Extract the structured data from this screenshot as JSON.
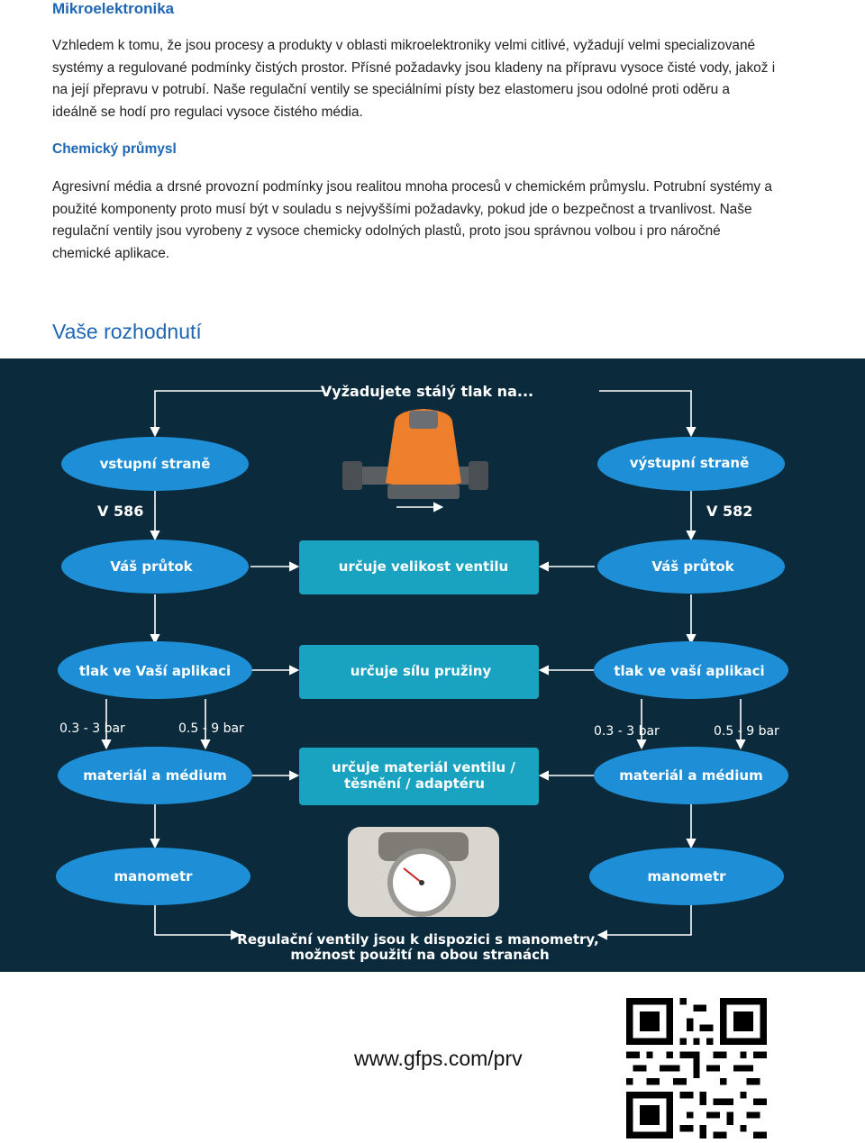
{
  "section1": {
    "heading": "Mikroelektronika",
    "lines": [
      "Vzhledem k tomu, že jsou procesy a produkty v oblasti mikroelektroniky velmi citlivé, vyžadují velmi specializované",
      "systémy a regulované podmínky čistých prostor. Přísné požadavky jsou kladeny na přípravu vysoce čisté vody, jakož i",
      "na její přepravu v potrubí. Naše regulační ventily se speciálními písty bez elastomeru jsou odolné proti oděru a",
      "ideálně se hodí pro regulaci vysoce čistého média."
    ]
  },
  "section2": {
    "heading": "Chemický průmysl",
    "lines": [
      "Agresivní média a drsné provozní podmínky jsou realitou mnoha procesů v chemickém průmyslu. Potrubní systémy a",
      "použité komponenty proto musí být v souladu s nejvyššími požadavky, pokud jde o bezpečnost a trvanlivost. Naše",
      "regulační ventily jsou vyrobeny z vysoce chemicky odolných plastů, proto jsou správnou volbou i pro náročné",
      "chemické aplikace."
    ]
  },
  "decision": {
    "heading": "Vaše rozhodnutí",
    "top_question": "Vyžadujete stálý tlak na...",
    "left": {
      "side": "vstupní straně",
      "model": "V 586",
      "flow": "Váš průtok",
      "pressure": "tlak ve Vaší aplikaci",
      "range_low": "0.3 - 3 bar",
      "range_high": "0.5 - 9 bar",
      "material": "materiál a médium",
      "gauge": "manometr"
    },
    "right": {
      "side": "výstupní straně",
      "model": "V 582",
      "flow": "Váš průtok",
      "pressure": "tlak ve vaší aplikaci",
      "range_low": "0.3 - 3 bar",
      "range_high": "0.5 - 9 bar",
      "material": "materiál a médium",
      "gauge": "manometr"
    },
    "center": {
      "size": "určuje velikost ventilu",
      "spring": "určuje sílu pružiny",
      "material_line1": "určuje materiál ventilu /",
      "material_line2": "těsnění / adaptéru"
    },
    "bottom_line1": "Regulační ventily jsou k dispozici s manometry,",
    "bottom_line2": "možnost použití na obou stranách",
    "colors": {
      "panel": "#0b2b3d",
      "ellipse": "#1e8fd6",
      "center_box": "#1aa3c0",
      "text": "#ffffff"
    }
  },
  "footer": {
    "url": "www.gfps.com/prv"
  }
}
